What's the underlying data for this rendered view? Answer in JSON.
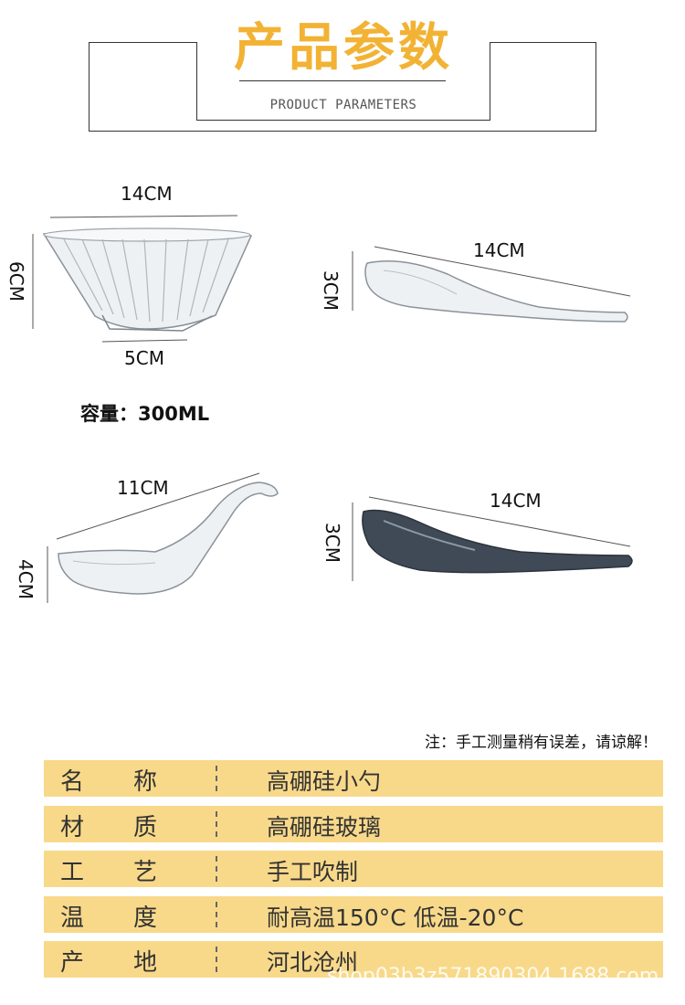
{
  "header": {
    "title": "产品参数",
    "subtitle": "PRODUCT PARAMETERS"
  },
  "bowl": {
    "width_label": "14CM",
    "height_label": "6CM",
    "base_label": "5CM",
    "capacity": "容量：300ML"
  },
  "spoon_top_right": {
    "length_label": "14CM",
    "height_label": "3CM"
  },
  "spoon_bottom_left": {
    "length_label": "11CM",
    "height_label": "4CM"
  },
  "spoon_bottom_right": {
    "length_label": "14CM",
    "height_label": "3CM"
  },
  "note": "注：手工测量稍有误差，请谅解！",
  "specs": [
    {
      "k1": "名",
      "k2": "称",
      "value": "高硼硅小勺"
    },
    {
      "k1": "材",
      "k2": "质",
      "value": "高硼硅玻璃"
    },
    {
      "k1": "工",
      "k2": "艺",
      "value": "手工吹制"
    },
    {
      "k1": "温",
      "k2": "度",
      "value": "耐高温150°C  低温-20°C"
    },
    {
      "k1": "产",
      "k2": "地",
      "value": "河北沧州"
    }
  ],
  "watermark": "shop03b3z571890304.1688.com",
  "colors": {
    "title": "#f2b233",
    "table_bg": "#f8d98a"
  }
}
